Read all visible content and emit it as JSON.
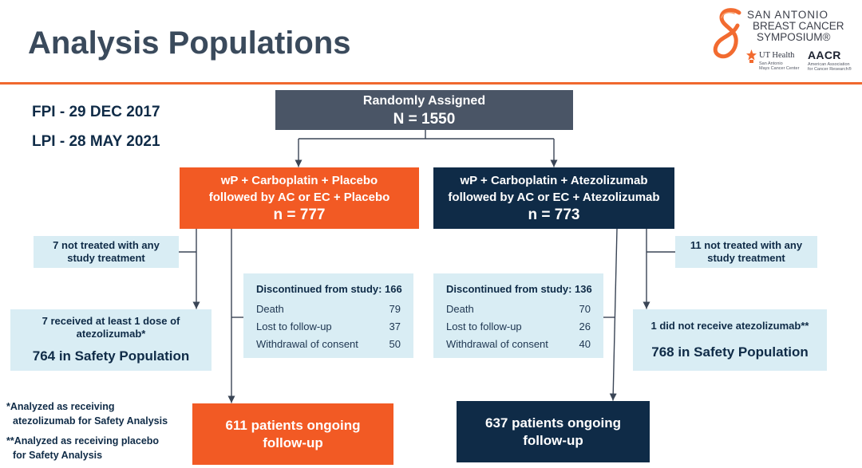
{
  "slide": {
    "title": "Analysis Populations"
  },
  "colors": {
    "orange": "#f25a24",
    "navy": "#0f2b47",
    "slate": "#4a5566",
    "light_blue": "#d9edf4",
    "title": "#3a4a5c",
    "rule": "#f0682e"
  },
  "logo": {
    "ribbon_icon": "ribbon-icon",
    "line1": "SAN ANTONIO",
    "line2": "BREAST CANCER",
    "line3": "SYMPOSIUM®",
    "ut_icon": "ut-health-icon",
    "ut_name": "UT Health",
    "ut_sub1": "San Antonio",
    "ut_sub2": "Mays Cancer Center",
    "aacr_name": "AACR",
    "aacr_sub1": "American Association",
    "aacr_sub2": "for Cancer Research®"
  },
  "dates": {
    "fpi": "FPI - 29 DEC 2017",
    "lpi": "LPI - 28 MAY 2021"
  },
  "randomized": {
    "label": "Randomly Assigned",
    "n": "N = 1550"
  },
  "arms": {
    "placebo": {
      "line1": "wP + Carboplatin + Placebo",
      "line2": "followed by AC or EC + Placebo",
      "n": "n = 777"
    },
    "atezolizumab": {
      "line1": "wP + Carboplatin + Atezolizumab",
      "line2": "followed by AC or EC + Atezolizumab",
      "n": "n = 773"
    }
  },
  "not_treated": {
    "placebo": {
      "line1": "7 not treated with any",
      "line2": "study treatment"
    },
    "atezolizumab": {
      "line1": "11 not treated with any",
      "line2": "study treatment"
    }
  },
  "discontinued": {
    "placebo": {
      "header": "Discontinued from study: 166",
      "rows": [
        {
          "reason": "Death",
          "count": 79
        },
        {
          "reason": "Lost to follow-up",
          "count": 37
        },
        {
          "reason": "Withdrawal of consent",
          "count": 50
        }
      ]
    },
    "atezolizumab": {
      "header": "Discontinued from study: 136",
      "rows": [
        {
          "reason": "Death",
          "count": 70
        },
        {
          "reason": "Lost to follow-up",
          "count": 26
        },
        {
          "reason": "Withdrawal of consent",
          "count": 40
        }
      ]
    }
  },
  "safety": {
    "placebo": {
      "line1": "7 received at least 1 dose of",
      "line2": "atezolizumab*",
      "population": "764 in Safety Population"
    },
    "atezolizumab": {
      "line1": "1 did not receive atezolizumab**",
      "population": "768 in Safety Population"
    }
  },
  "ongoing": {
    "placebo": {
      "line1": "611 patients ongoing",
      "line2": "follow-up"
    },
    "atezolizumab": {
      "line1": "637 patients ongoing",
      "line2": "follow-up"
    }
  },
  "footnotes": [
    {
      "line1": "*Analyzed as receiving",
      "line2": "atezolizumab for Safety Analysis"
    },
    {
      "line1": "**Analyzed as receiving placebo",
      "line2": "for Safety Analysis"
    }
  ]
}
